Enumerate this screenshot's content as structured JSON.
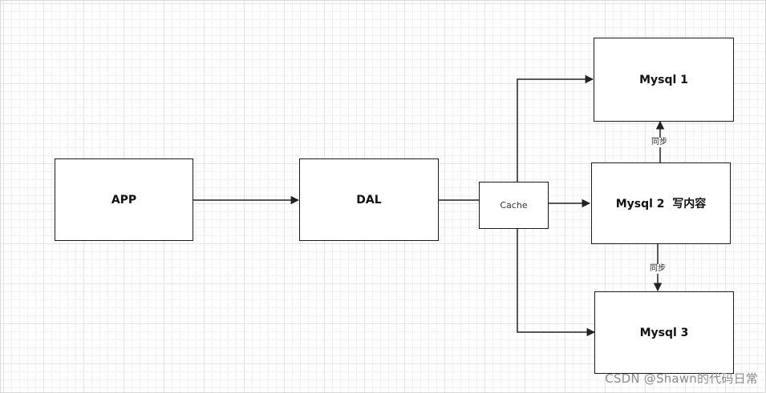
{
  "diagram": {
    "nodes": {
      "app": "APP",
      "dal": "DAL",
      "cache": "Cache",
      "mysql1": "Mysql 1",
      "mysql2": "Mysql 2  写内容",
      "mysql3": "Mysql 3"
    },
    "edge_labels": {
      "sync_up": "同步",
      "sync_down": "同步"
    }
  },
  "watermark": "CSDN @Shawn的代码日常"
}
